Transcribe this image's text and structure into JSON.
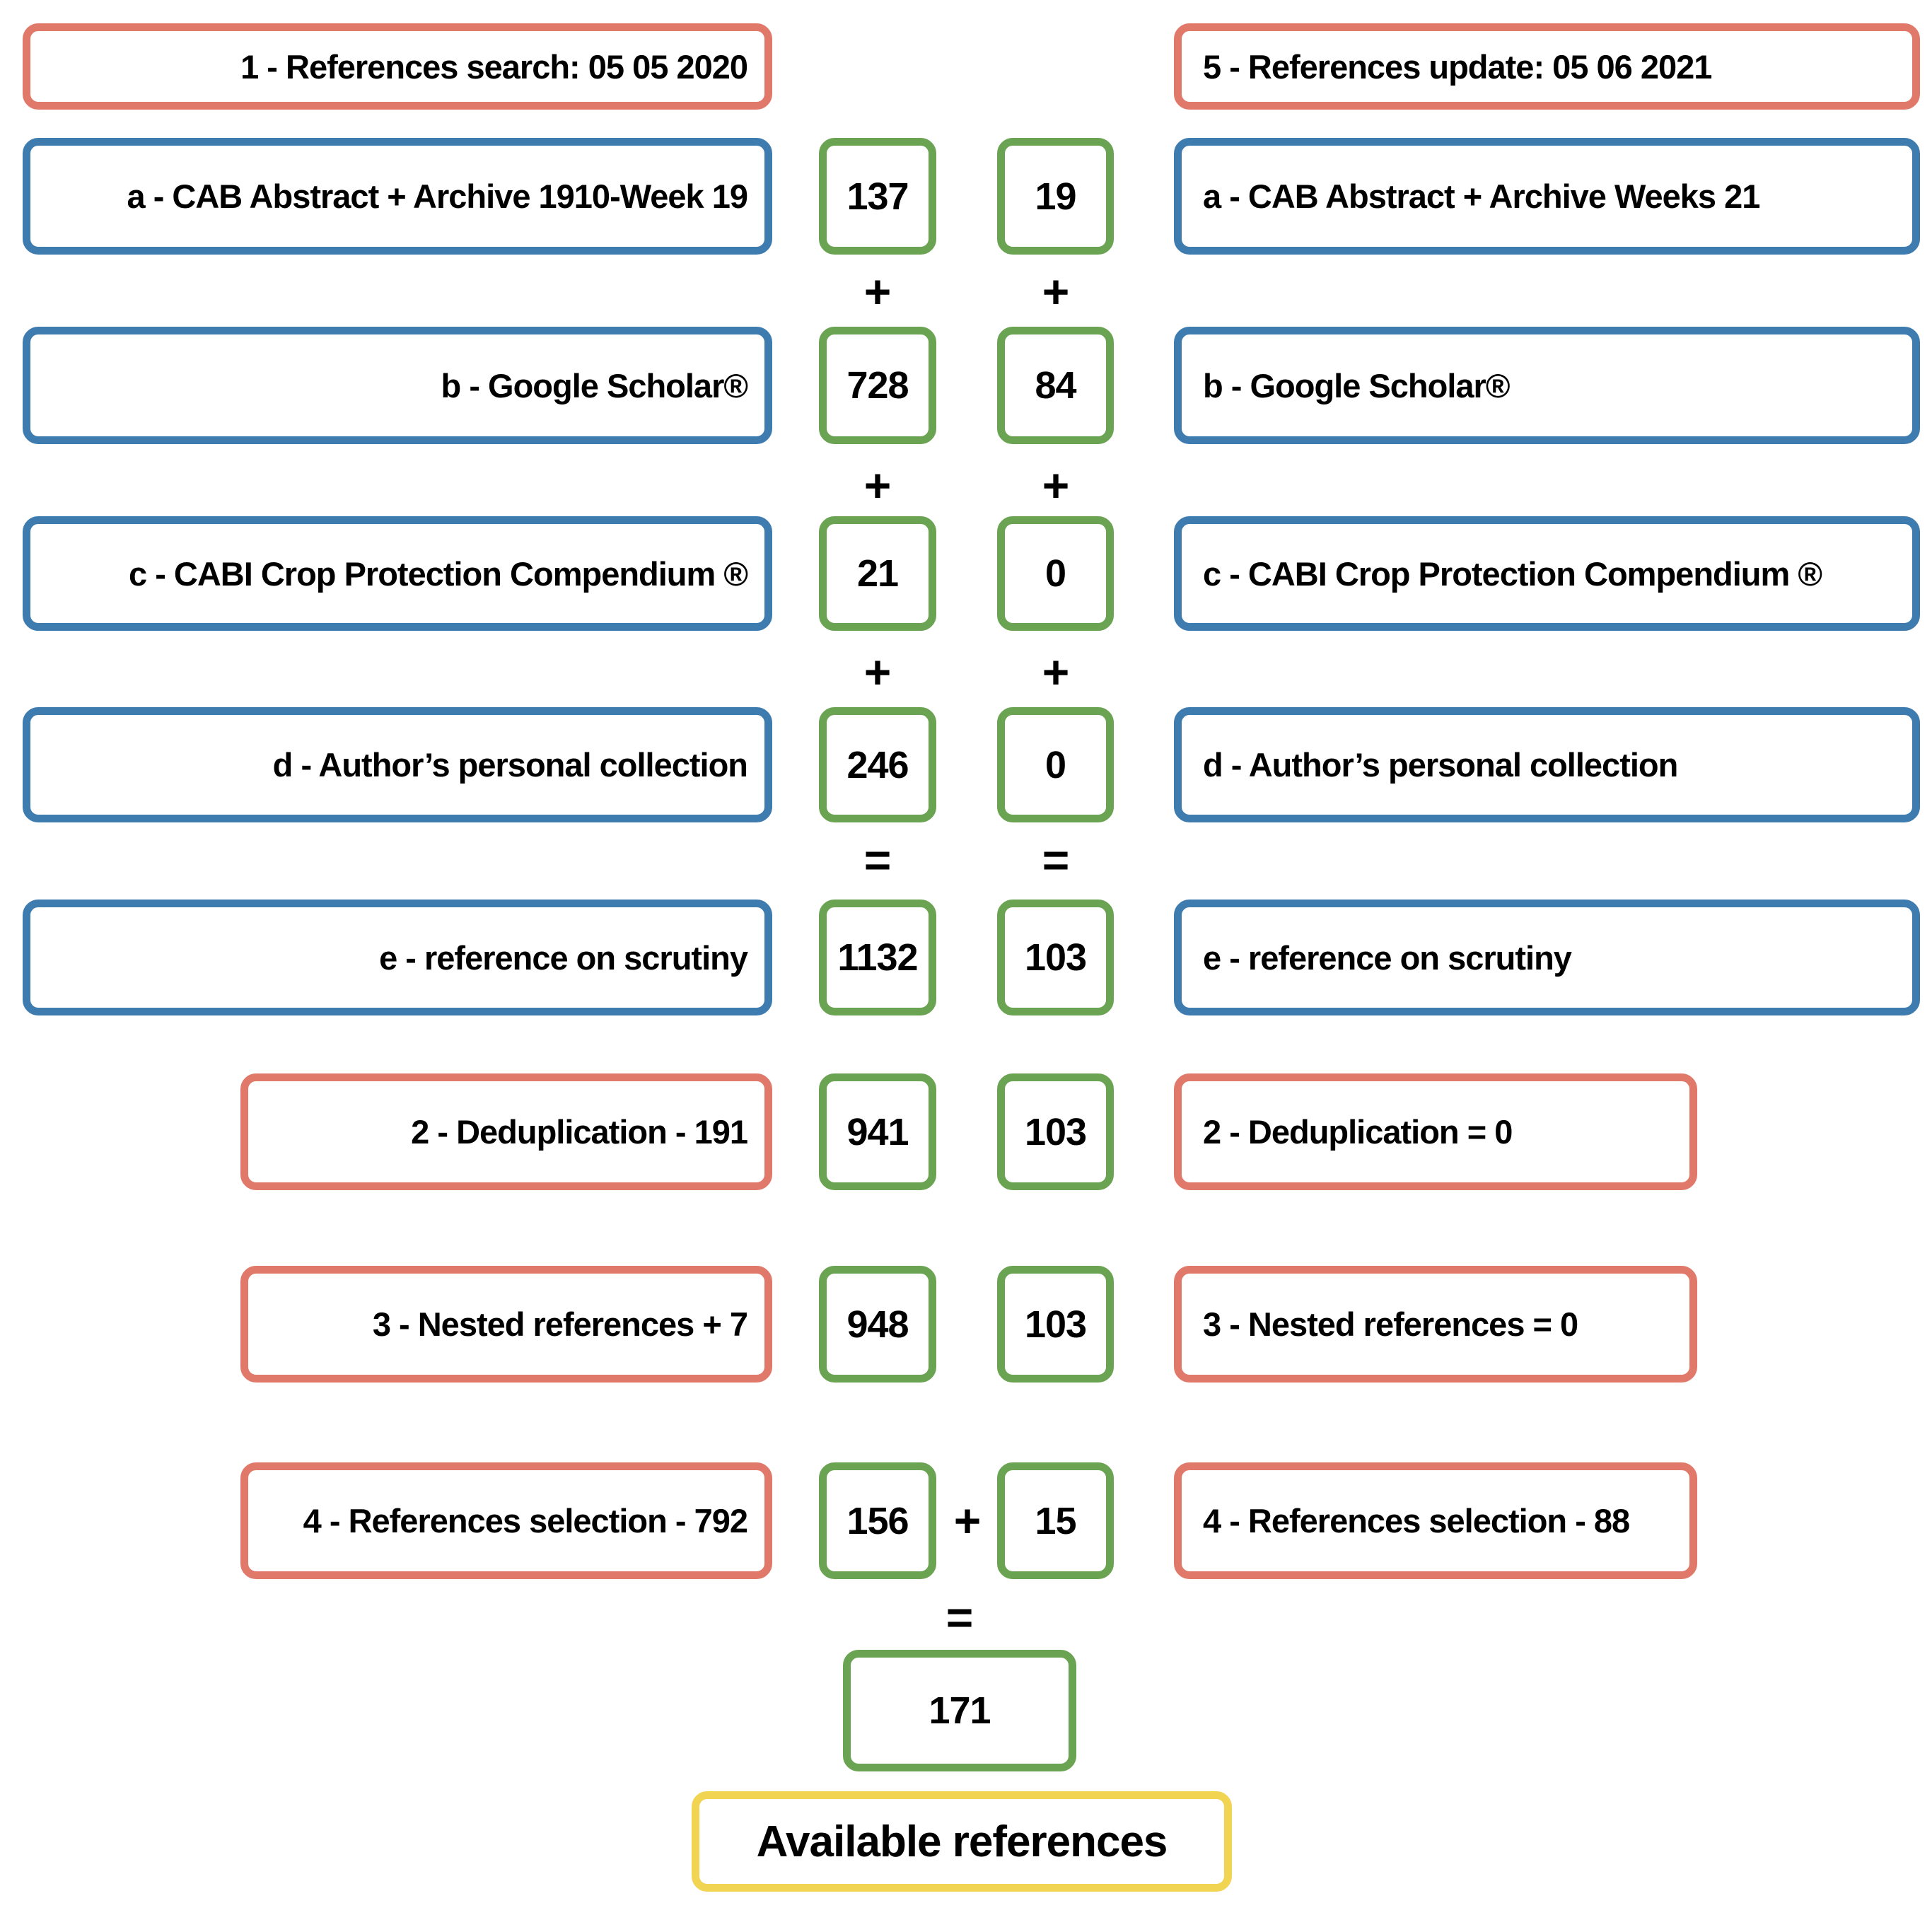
{
  "palette": {
    "red": "#e0796a",
    "blue": "#3e7cb0",
    "green": "#6aa352",
    "yellow": "#f0d452",
    "text": "#000000",
    "background": "#ffffff"
  },
  "operators": {
    "plus": "+",
    "equals": "="
  },
  "header": {
    "search_title": "1 - References search: 05 05 2020",
    "update_title": "5 - References update: 05 06 2021"
  },
  "sources": [
    {
      "left_label": "a - CAB Abstract + Archive 1910-Week 19",
      "search_count": "137",
      "update_count": "19",
      "right_label": "a - CAB Abstract + Archive Weeks 21",
      "op_after": "+"
    },
    {
      "left_label": "b - Google Scholar®",
      "search_count": "728",
      "update_count": "84",
      "right_label": "b - Google Scholar®",
      "op_after": "+"
    },
    {
      "left_label": "c - CABI Crop Protection Compendium ®",
      "search_count": "21",
      "update_count": "0",
      "right_label": "c - CABI Crop Protection Compendium ®",
      "op_after": "+"
    },
    {
      "left_label": "d - Author’s personal collection",
      "search_count": "246",
      "update_count": "0",
      "right_label": "d - Author’s personal collection",
      "op_after": "="
    },
    {
      "left_label": "e - reference on scrutiny",
      "search_count": "1132",
      "update_count": "103",
      "right_label": "e - reference on scrutiny",
      "op_after": ""
    }
  ],
  "steps": [
    {
      "left_label": "2 - Deduplication - 191",
      "search_count": "941",
      "update_count": "103",
      "right_label": "2 - Deduplication = 0"
    },
    {
      "left_label": "3 - Nested references + 7",
      "search_count": "948",
      "update_count": "103",
      "right_label": "3 - Nested references = 0"
    },
    {
      "left_label": "4 - References selection - 792",
      "search_count": "156",
      "update_count": "15",
      "right_label": "4 - References selection - 88",
      "between_op": "+"
    }
  ],
  "total": {
    "equals_sign": "=",
    "value": "171",
    "label": "Available references"
  }
}
